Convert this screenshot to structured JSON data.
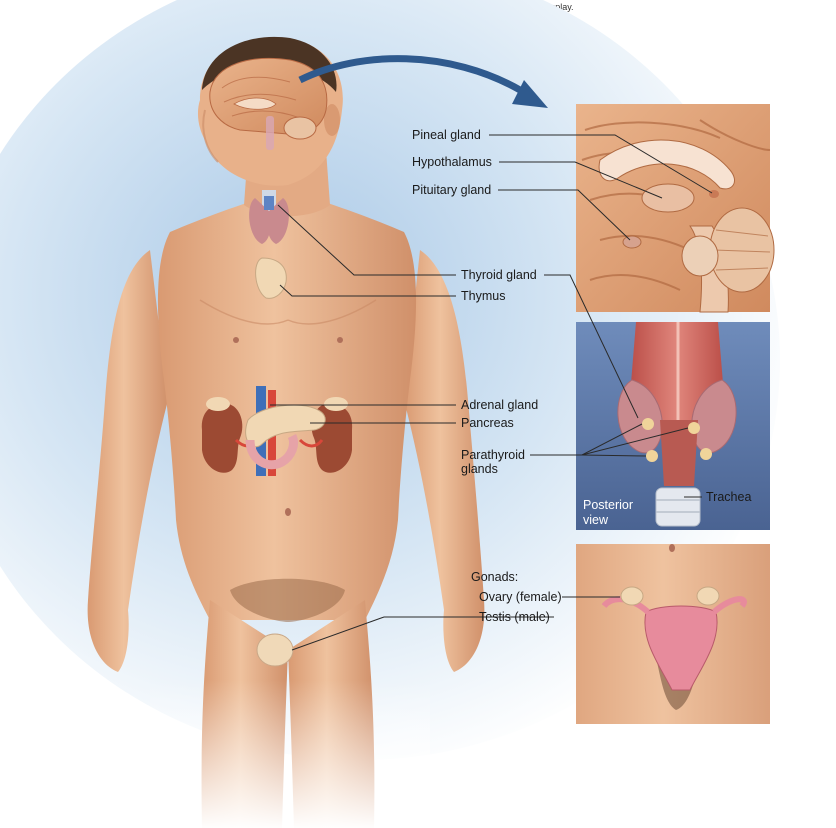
{
  "copyright": "Copyright © McGraw Hill LLC. Permission required for reproduction or display.",
  "labels": {
    "pineal": "Pineal gland",
    "hypothalamus": "Hypothalamus",
    "pituitary": "Pituitary gland",
    "thyroid": "Thyroid gland",
    "thymus": "Thymus",
    "adrenal": "Adrenal gland",
    "pancreas": "Pancreas",
    "parathyroid_1": "Parathyroid",
    "parathyroid_2": "glands",
    "trachea": "Trachea",
    "posterior_1": "Posterior",
    "posterior_2": "view",
    "gonads": "Gonads:",
    "ovary": "Ovary (female)",
    "testis": "Testis (male)"
  },
  "colors": {
    "skin": "#e9b48e",
    "brain": "#e4a57a",
    "thyroid": "#c98a8e",
    "kidney": "#9c4a33",
    "pancreas": "#f1d8b4",
    "panel_bg": "#5a78a8"
  }
}
